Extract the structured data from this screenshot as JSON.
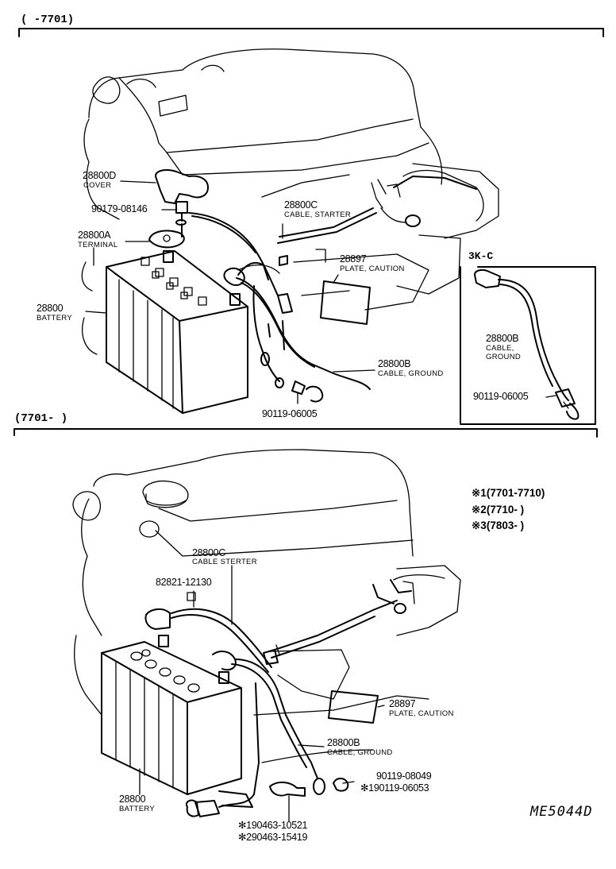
{
  "sections": {
    "top_range": "(      -7701)",
    "bottom_range": "(7701-       )",
    "inset_title": "3K-C"
  },
  "top_parts": [
    {
      "id": "cover",
      "number": "28800D",
      "name": "COVER"
    },
    {
      "id": "nut",
      "number": "90179-08146",
      "name": ""
    },
    {
      "id": "terminal",
      "number": "28800A",
      "name": "TERMINAL"
    },
    {
      "id": "battery",
      "number": "28800",
      "name": "BATTERY"
    },
    {
      "id": "cable-starter",
      "number": "28800C",
      "name": "CABLE, STARTER"
    },
    {
      "id": "plate",
      "number": "28897",
      "name": "PLATE, CAUTION"
    },
    {
      "id": "cable-ground",
      "number": "28800B",
      "name": "CABLE, GROUND"
    },
    {
      "id": "bolt",
      "number": "90119-06005",
      "name": ""
    }
  ],
  "inset_parts": [
    {
      "id": "inset-cable-ground",
      "number": "28800B",
      "name_line1": "CABLE,",
      "name_line2": "GROUND"
    },
    {
      "id": "inset-bolt",
      "number": "90119-06005",
      "name": ""
    }
  ],
  "bottom_parts": [
    {
      "id": "cable-starter",
      "number": "28800C",
      "name": "CABLE STERTER"
    },
    {
      "id": "clamp",
      "number": "82821-12130",
      "name": ""
    },
    {
      "id": "plate",
      "number": "28897",
      "name": "PLATE, CAUTION"
    },
    {
      "id": "cable-ground",
      "number": "28800B",
      "name": "CABLE, GROUND"
    },
    {
      "id": "bolt-1",
      "number": "90119-08049",
      "name": ""
    },
    {
      "id": "bolt-2",
      "number": "✻190119-06053",
      "name": ""
    },
    {
      "id": "battery",
      "number": "28800",
      "name": "BATTERY"
    },
    {
      "id": "clamp-1",
      "number": "✻190463-10521",
      "name": ""
    },
    {
      "id": "clamp-2",
      "number": "✻290463-15419",
      "name": ""
    }
  ],
  "footnotes": [
    "※1(7701-7710)",
    "※2(7710-      )",
    "※3(7803-      )"
  ],
  "diagram_code": "ME5044D"
}
